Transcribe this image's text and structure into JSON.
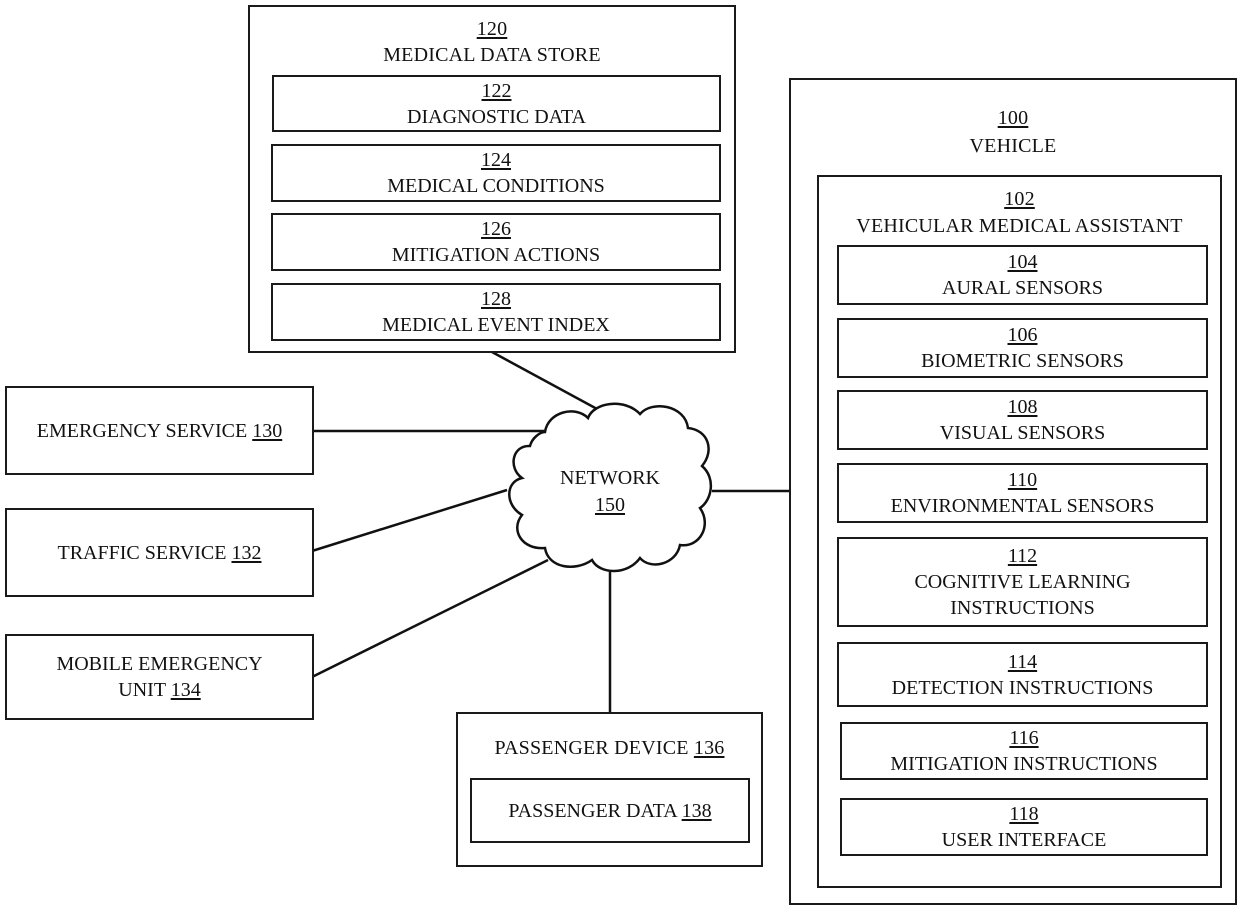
{
  "diagram": {
    "medical_data_store": {
      "ref": "120",
      "label": "MEDICAL DATA STORE",
      "items": [
        {
          "ref": "122",
          "label": "DIAGNOSTIC DATA"
        },
        {
          "ref": "124",
          "label": "MEDICAL CONDITIONS"
        },
        {
          "ref": "126",
          "label": "MITIGATION ACTIONS"
        },
        {
          "ref": "128",
          "label": "MEDICAL EVENT INDEX"
        }
      ]
    },
    "vehicle": {
      "ref": "100",
      "label": "VEHICLE",
      "assistant": {
        "ref": "102",
        "label": "VEHICULAR MEDICAL ASSISTANT",
        "items": [
          {
            "ref": "104",
            "label": "AURAL SENSORS"
          },
          {
            "ref": "106",
            "label": "BIOMETRIC SENSORS"
          },
          {
            "ref": "108",
            "label": "VISUAL SENSORS"
          },
          {
            "ref": "110",
            "label": "ENVIRONMENTAL SENSORS"
          },
          {
            "ref": "112",
            "label": "COGNITIVE LEARNING",
            "label2": "INSTRUCTIONS"
          },
          {
            "ref": "114",
            "label": "DETECTION INSTRUCTIONS"
          },
          {
            "ref": "116",
            "label": "MITIGATION INSTRUCTIONS"
          },
          {
            "ref": "118",
            "label": "USER INTERFACE"
          }
        ]
      }
    },
    "network": {
      "label": "NETWORK",
      "ref": "150"
    },
    "emergency_service": {
      "label": "EMERGENCY SERVICE",
      "ref": "130"
    },
    "traffic_service": {
      "label": "TRAFFIC SERVICE",
      "ref": "132"
    },
    "mobile_emergency_unit": {
      "label": "MOBILE EMERGENCY",
      "label2": "UNIT",
      "ref": "134"
    },
    "passenger_device": {
      "label": "PASSENGER DEVICE",
      "ref": "136",
      "data": {
        "label": "PASSENGER DATA",
        "ref": "138"
      }
    }
  }
}
